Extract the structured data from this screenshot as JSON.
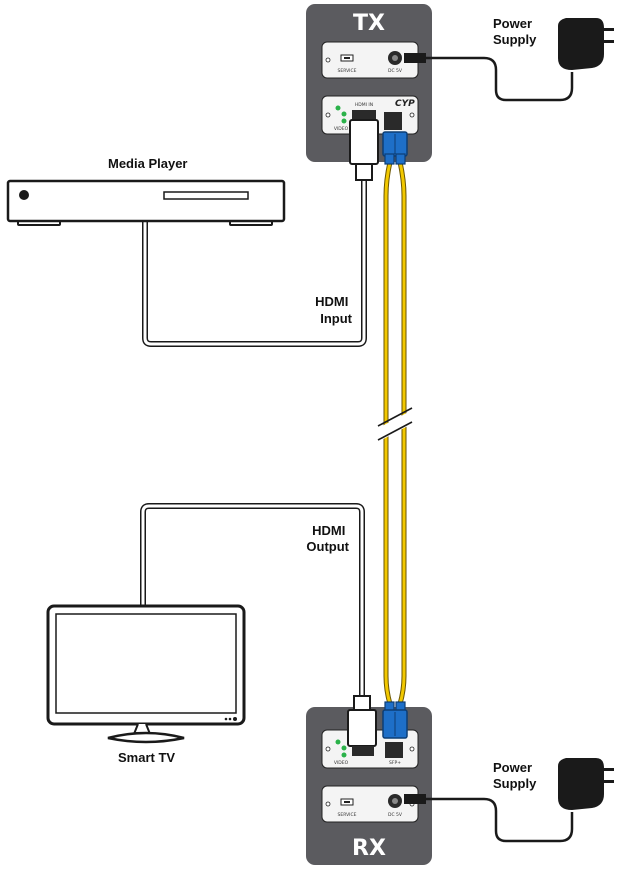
{
  "labels": {
    "media_player": "Media Player",
    "power_supply": "Power",
    "power_supply_line2": "Supply",
    "hdmi_input_line1": "HDMI",
    "hdmi_input_line2": "Input",
    "hdmi_output_line1": "HDMI",
    "hdmi_output_line2": "Output",
    "smart_tv": "Smart TV"
  },
  "tx": {
    "title": "TX",
    "service_label": "SERVICE",
    "dc_label": "DC 5V",
    "hdmi_in_label": "HDMI IN",
    "video_label": "VIDEO",
    "logo": "CYP"
  },
  "rx": {
    "title": "RX",
    "service_label": "SERVICE",
    "dc_label": "DC 5V",
    "sfp_label": "SFP+",
    "video_label": "VIDEO"
  },
  "colors": {
    "unit_body": "#5b5b5f",
    "panel": "#f4f4f4",
    "fiber": "#f2c800",
    "connector_blue": "#1e6fc8",
    "led_green": "#2bb24a",
    "cable": "#1a1a1a"
  }
}
